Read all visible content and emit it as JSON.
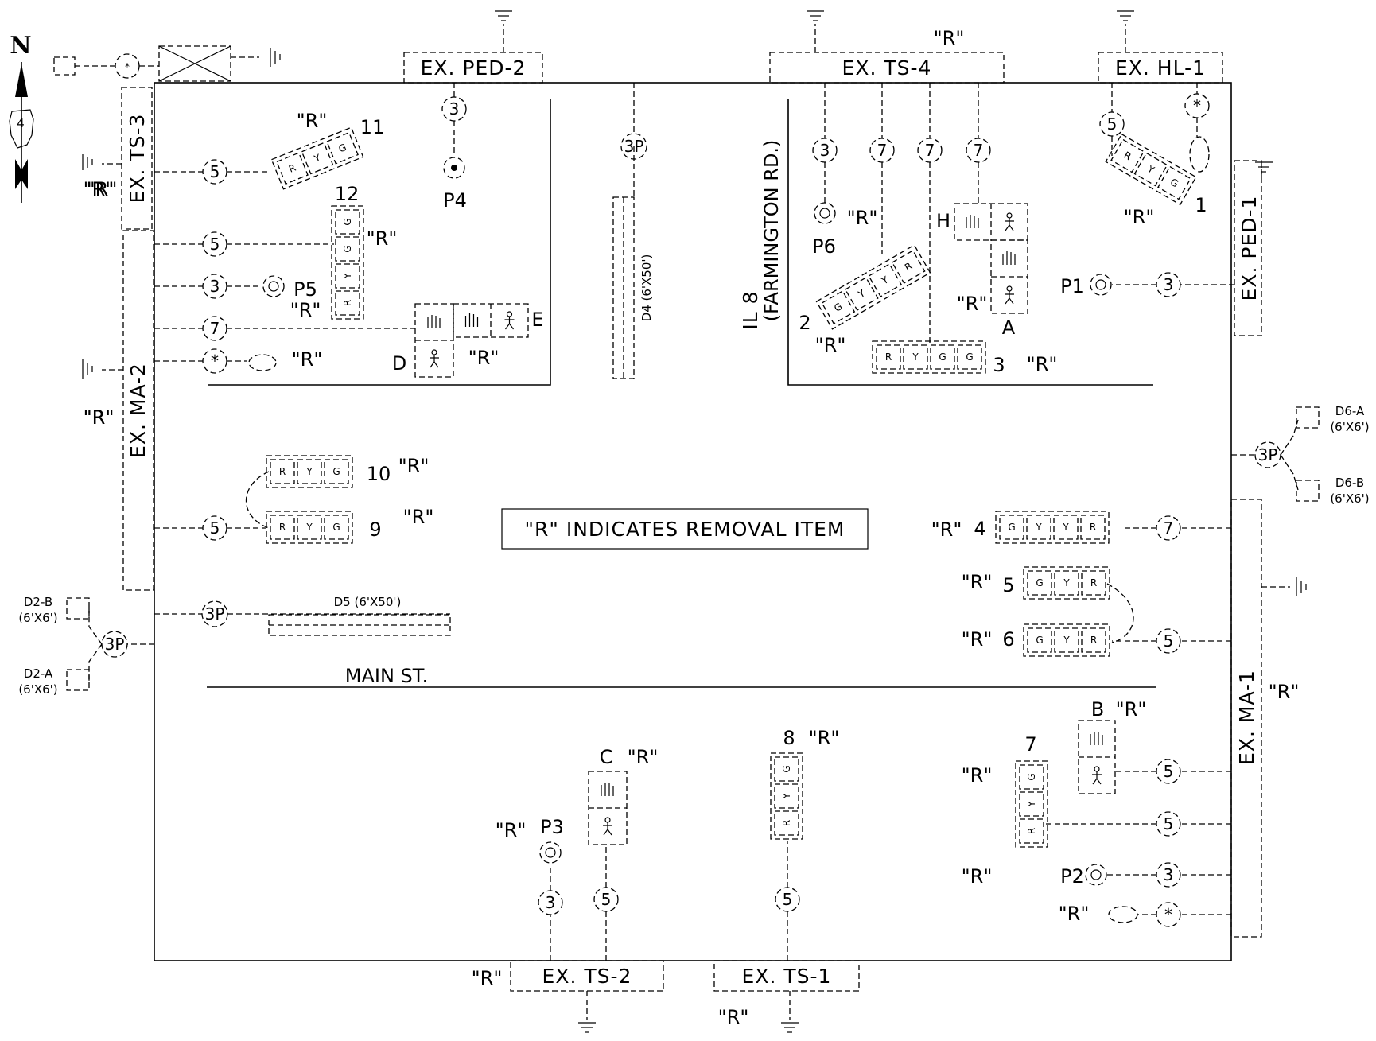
{
  "north": {
    "letter": "N",
    "route_number": "4"
  },
  "note": "\"R\" INDICATES REMOVAL ITEM",
  "removal_mark": "\"R\"",
  "cabinets": {
    "ped2": "EX. PED-2",
    "ts4": "EX. TS-4",
    "hl1": "EX. HL-1",
    "ts3": "EX. TS-3",
    "ma2": "EX. MA-2",
    "ped1": "EX. PED-1",
    "ma1": "EX. MA-1",
    "ts2": "EX. TS-2",
    "ts1": "EX. TS-1"
  },
  "streets": {
    "il8": "IL 8",
    "farmington": "(FARMINGTON RD.)",
    "main": "MAIN ST."
  },
  "detectors": {
    "d4": "D4 (6'X50')",
    "d5": "D5 (6'X50')",
    "d2b": "D2-B",
    "d2a": "D2-A",
    "d6a": "D6-A",
    "d6b": "D6-B",
    "size_small": "(6'X6')"
  },
  "signal_letters": {
    "r": "R",
    "y": "Y",
    "g": "G"
  },
  "circuits": {
    "c3": "3",
    "c5": "5",
    "c7": "7",
    "c3p": "3P",
    "star": "*"
  },
  "labels": {
    "s1": "1",
    "s2": "2",
    "s3": "3",
    "s4": "4",
    "s5": "5",
    "s6": "6",
    "s7": "7",
    "s8": "8",
    "s9": "9",
    "s10": "10",
    "s11": "11",
    "s12": "12",
    "p1": "P1",
    "p2": "P2",
    "p3": "P3",
    "p4": "P4",
    "p5": "P5",
    "p6": "P6",
    "a": "A",
    "b": "B",
    "c": "C",
    "d": "D",
    "e": "E",
    "h": "H"
  }
}
